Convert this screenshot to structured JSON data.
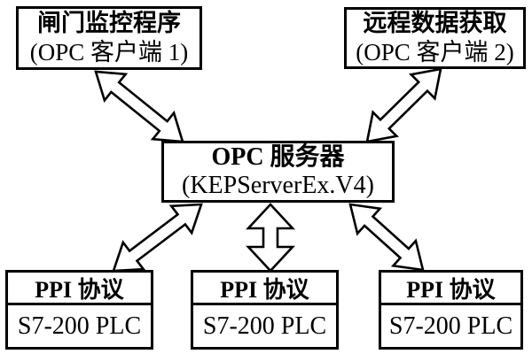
{
  "diagram": {
    "title": "OPC client-server PLC communication architecture",
    "colors": {
      "background": "#ffffff",
      "line": "#000000",
      "text": "#000000"
    },
    "nodes": {
      "client1": {
        "line1": "闸门监控程序",
        "line2": "(OPC 客户端 1)"
      },
      "client2": {
        "line1": "远程数据获取",
        "line2": "(OPC 客户端 2)"
      },
      "server": {
        "line1": "OPC 服务器",
        "line2": "(KEPServerEx.V4)"
      },
      "plc1": {
        "protocol": "PPI 协议",
        "device": "S7-200 PLC"
      },
      "plc2": {
        "protocol": "PPI 协议",
        "device": "S7-200 PLC"
      },
      "plc3": {
        "protocol": "PPI 协议",
        "device": "S7-200 PLC"
      }
    },
    "edges": [
      {
        "from": "server",
        "to": "client1",
        "type": "double-arrow"
      },
      {
        "from": "server",
        "to": "client2",
        "type": "double-arrow"
      },
      {
        "from": "server",
        "to": "plc1",
        "type": "double-arrow"
      },
      {
        "from": "server",
        "to": "plc2",
        "type": "double-arrow"
      },
      {
        "from": "server",
        "to": "plc3",
        "type": "double-arrow"
      }
    ]
  }
}
